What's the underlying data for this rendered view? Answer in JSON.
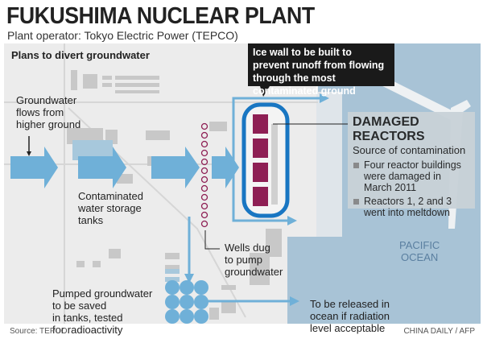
{
  "title": "FUKUSHIMA NUCLEAR PLANT",
  "subtitle": "Plant operator: Tokyo Electric Power (TEPCO)",
  "section_label": "Plans to divert groundwater",
  "callout_ice_wall": "Ice wall to be built to prevent runoff from flowing through the most contaminated ground",
  "groundwater_label": [
    "Groundwater",
    "flows from",
    "higher ground"
  ],
  "storage_label": [
    "Contaminated",
    "water storage",
    "tanks"
  ],
  "wells_label": [
    "Wells dug",
    "to pump",
    "groundwater"
  ],
  "pumped_label": [
    "Pumped groundwater",
    "to be saved",
    "in tanks, tested",
    "for radioactivity"
  ],
  "release_label": [
    "To be released in",
    "ocean if radiation",
    "level acceptable"
  ],
  "ocean_label": [
    "PACIFIC",
    "OCEAN"
  ],
  "reactors_panel": {
    "heading": "DAMAGED REACTORS",
    "subheading": "Source of contamination",
    "bullets": [
      "Four reactor buildings were damaged in March 2011",
      "Reactors 1, 2 and 3 went into meltdown"
    ]
  },
  "source": "Source: TEPCO",
  "credit": "CHINA DAILY / AFP",
  "colors": {
    "ocean": "#a8c3d6",
    "land": "#ececec",
    "arrow": "#6fb0d8",
    "ice_wall": "#1976c2",
    "reactor": "#8e1f54"
  }
}
